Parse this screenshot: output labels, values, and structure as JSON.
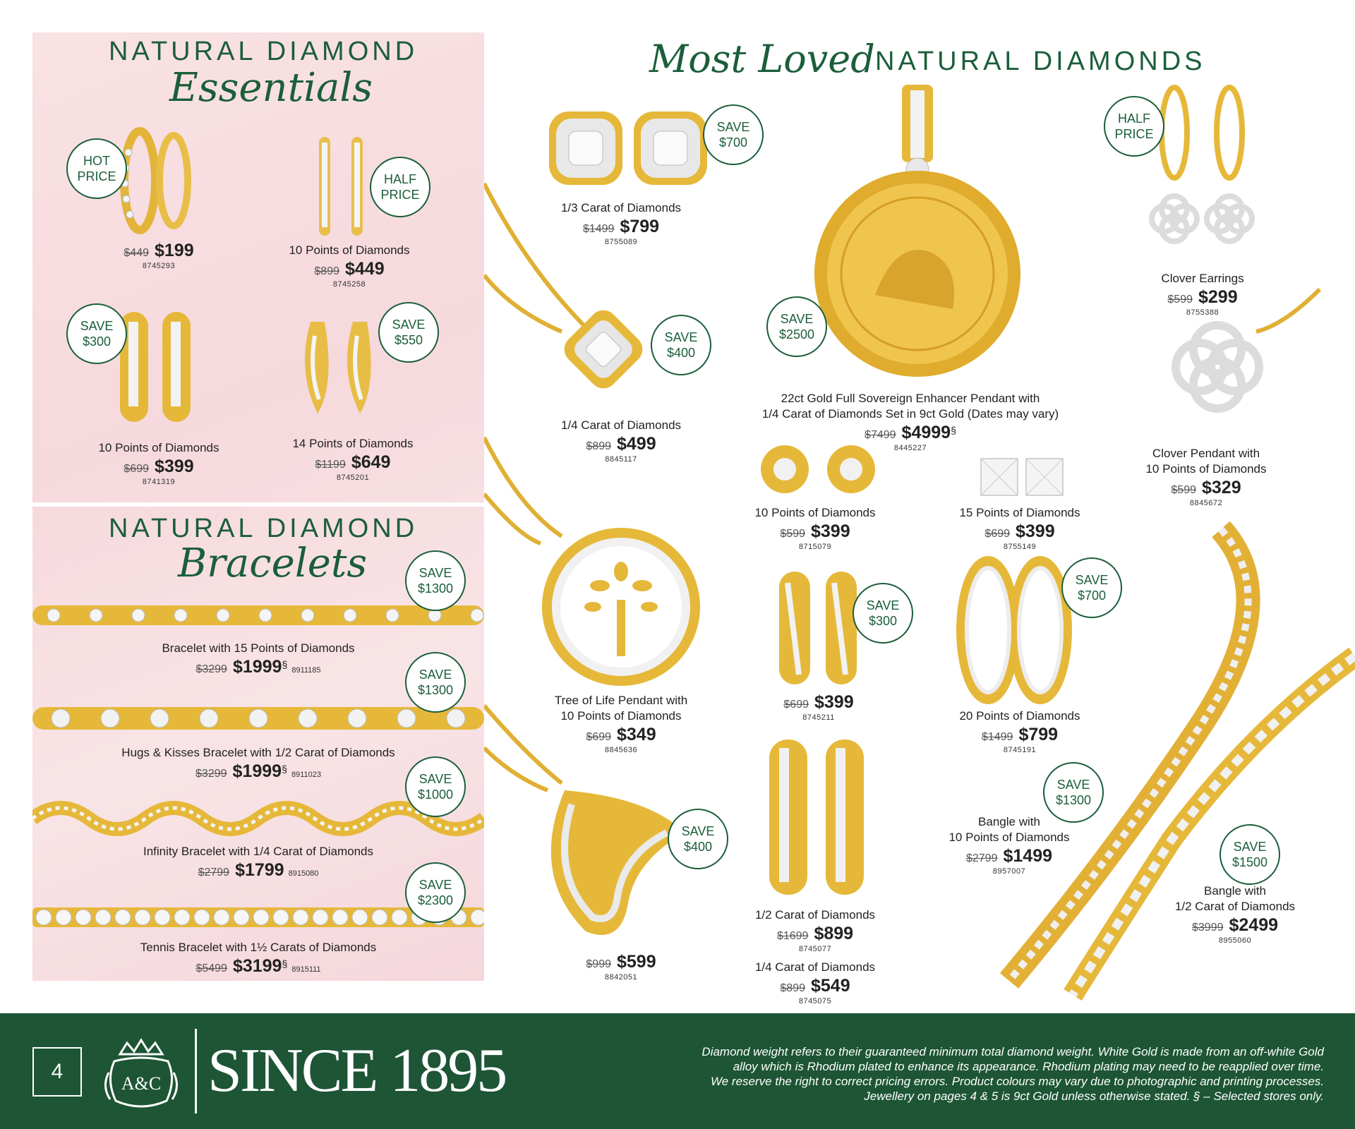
{
  "essentials": {
    "heading_caps": "NATURAL DIAMOND",
    "heading_script": "Essentials",
    "items": [
      {
        "badge": [
          "HOT",
          "PRICE"
        ],
        "desc": "",
        "was": "$449",
        "now": "$199",
        "code": "8745293"
      },
      {
        "badge": [
          "HALF",
          "PRICE"
        ],
        "desc": "10 Points of Diamonds",
        "was": "$899",
        "now": "$449",
        "code": "8745258"
      },
      {
        "badge": [
          "SAVE",
          "$300"
        ],
        "desc": "10 Points of Diamonds",
        "was": "$699",
        "now": "$399",
        "code": "8741319"
      },
      {
        "badge": [
          "SAVE",
          "$550"
        ],
        "desc": "14 Points of Diamonds",
        "was": "$1199",
        "now": "$649",
        "code": "8745201"
      }
    ]
  },
  "bracelets": {
    "heading_caps": "NATURAL DIAMOND",
    "heading_script": "Bracelets",
    "items": [
      {
        "badge": [
          "SAVE",
          "$1300"
        ],
        "desc": "Bracelet with 15 Points of Diamonds",
        "was": "$3299",
        "now": "$1999",
        "mark": "§",
        "code": "8911185"
      },
      {
        "badge": [
          "SAVE",
          "$1300"
        ],
        "desc": "Hugs & Kisses Bracelet with 1/2 Carat of Diamonds",
        "was": "$3299",
        "now": "$1999",
        "mark": "§",
        "code": "8911023"
      },
      {
        "badge": [
          "SAVE",
          "$1000"
        ],
        "desc": "Infinity Bracelet with 1/4 Carat of Diamonds",
        "was": "$2799",
        "now": "$1799",
        "mark": "",
        "code": "8915080"
      },
      {
        "badge": [
          "SAVE",
          "$2300"
        ],
        "desc": "Tennis Bracelet with 1½ Carats of Diamonds",
        "was": "$5499",
        "now": "$3199",
        "mark": "§",
        "code": "8915111"
      }
    ]
  },
  "most_loved": {
    "heading_script": "Most Loved",
    "heading_caps": "NATURAL DIAMONDS",
    "items": [
      {
        "badge": [
          "SAVE",
          "$700"
        ],
        "desc": [
          "1/3 Carat of Diamonds"
        ],
        "was": "$1499",
        "now": "$799",
        "mark": "",
        "code": "8755089"
      },
      {
        "badge": [
          "SAVE",
          "$400"
        ],
        "desc": [
          "1/4 Carat of Diamonds"
        ],
        "was": "$899",
        "now": "$499",
        "mark": "",
        "code": "8845117"
      },
      {
        "badge": [
          "SAVE",
          "$2500"
        ],
        "desc": [
          "22ct Gold Full Sovereign Enhancer Pendant with",
          "1/4 Carat of Diamonds Set in 9ct Gold (Dates may vary)"
        ],
        "was": "$7499",
        "now": "$4999",
        "mark": "§",
        "code": "8445227"
      },
      {
        "badge": [
          "HALF",
          "PRICE"
        ],
        "desc": [
          "Clover Earrings"
        ],
        "was": "$599",
        "now": "$299",
        "mark": "",
        "code": "8755388"
      },
      {
        "badge": [],
        "desc": [
          "Clover Pendant with",
          "10 Points of Diamonds"
        ],
        "was": "$599",
        "now": "$329",
        "mark": "",
        "code": "8845672"
      },
      {
        "badge": [],
        "desc": [
          "10 Points of Diamonds"
        ],
        "was": "$599",
        "now": "$399",
        "mark": "",
        "code": "8715079"
      },
      {
        "badge": [],
        "desc": [
          "15 Points of Diamonds"
        ],
        "was": "$699",
        "now": "$399",
        "mark": "",
        "code": "8755149"
      },
      {
        "badge": [],
        "desc": [
          "Tree of Life Pendant with",
          "10 Points of Diamonds"
        ],
        "was": "$699",
        "now": "$349",
        "mark": "",
        "code": "8845636"
      },
      {
        "badge": [
          "SAVE",
          "$300"
        ],
        "desc": [],
        "was": "$699",
        "now": "$399",
        "mark": "",
        "code": "8745211"
      },
      {
        "badge": [
          "SAVE",
          "$700"
        ],
        "desc": [
          "20 Points of Diamonds"
        ],
        "was": "$1499",
        "now": "$799",
        "mark": "",
        "code": "8745191"
      },
      {
        "badge": [
          "SAVE",
          "$400"
        ],
        "desc": [],
        "was": "$999",
        "now": "$599",
        "mark": "",
        "code": "8842051"
      },
      {
        "badge": [],
        "desc": [
          "1/2 Carat of Diamonds"
        ],
        "was": "$1699",
        "now": "$899",
        "mark": "",
        "code": "8745077"
      },
      {
        "badge": [],
        "desc": [
          "1/4 Carat of Diamonds"
        ],
        "was": "$899",
        "now": "$549",
        "mark": "",
        "code": "8745075"
      },
      {
        "badge": [
          "SAVE",
          "$1300"
        ],
        "desc": [
          "Bangle with",
          "10 Points of Diamonds"
        ],
        "was": "$2799",
        "now": "$1499",
        "mark": "",
        "code": "8957007"
      },
      {
        "badge": [
          "SAVE",
          "$1500"
        ],
        "desc": [
          "Bangle with",
          "1/2 Carat of Diamonds"
        ],
        "was": "$3999",
        "now": "$2499",
        "mark": "",
        "code": "8955060"
      }
    ]
  },
  "footer": {
    "page_number": "4",
    "crest_letters": "A&C",
    "since": "SINCE 1895",
    "disclaimer": [
      "Diamond weight refers to their guaranteed minimum total diamond weight. White Gold is made from an off-white Gold",
      "alloy which is Rhodium plated to enhance its appearance. Rhodium plating may need to be reapplied over time.",
      "We reserve the right to correct pricing errors. Product colours may vary due to photographic and printing processes.",
      "Jewellery on pages 4 & 5 is 9ct Gold unless otherwise stated. § – Selected stores only."
    ]
  },
  "colors": {
    "brand_green": "#1d5535",
    "heading_green": "#1b5e3a",
    "gold": "#e6b83a",
    "blush": "#f7dde0"
  }
}
